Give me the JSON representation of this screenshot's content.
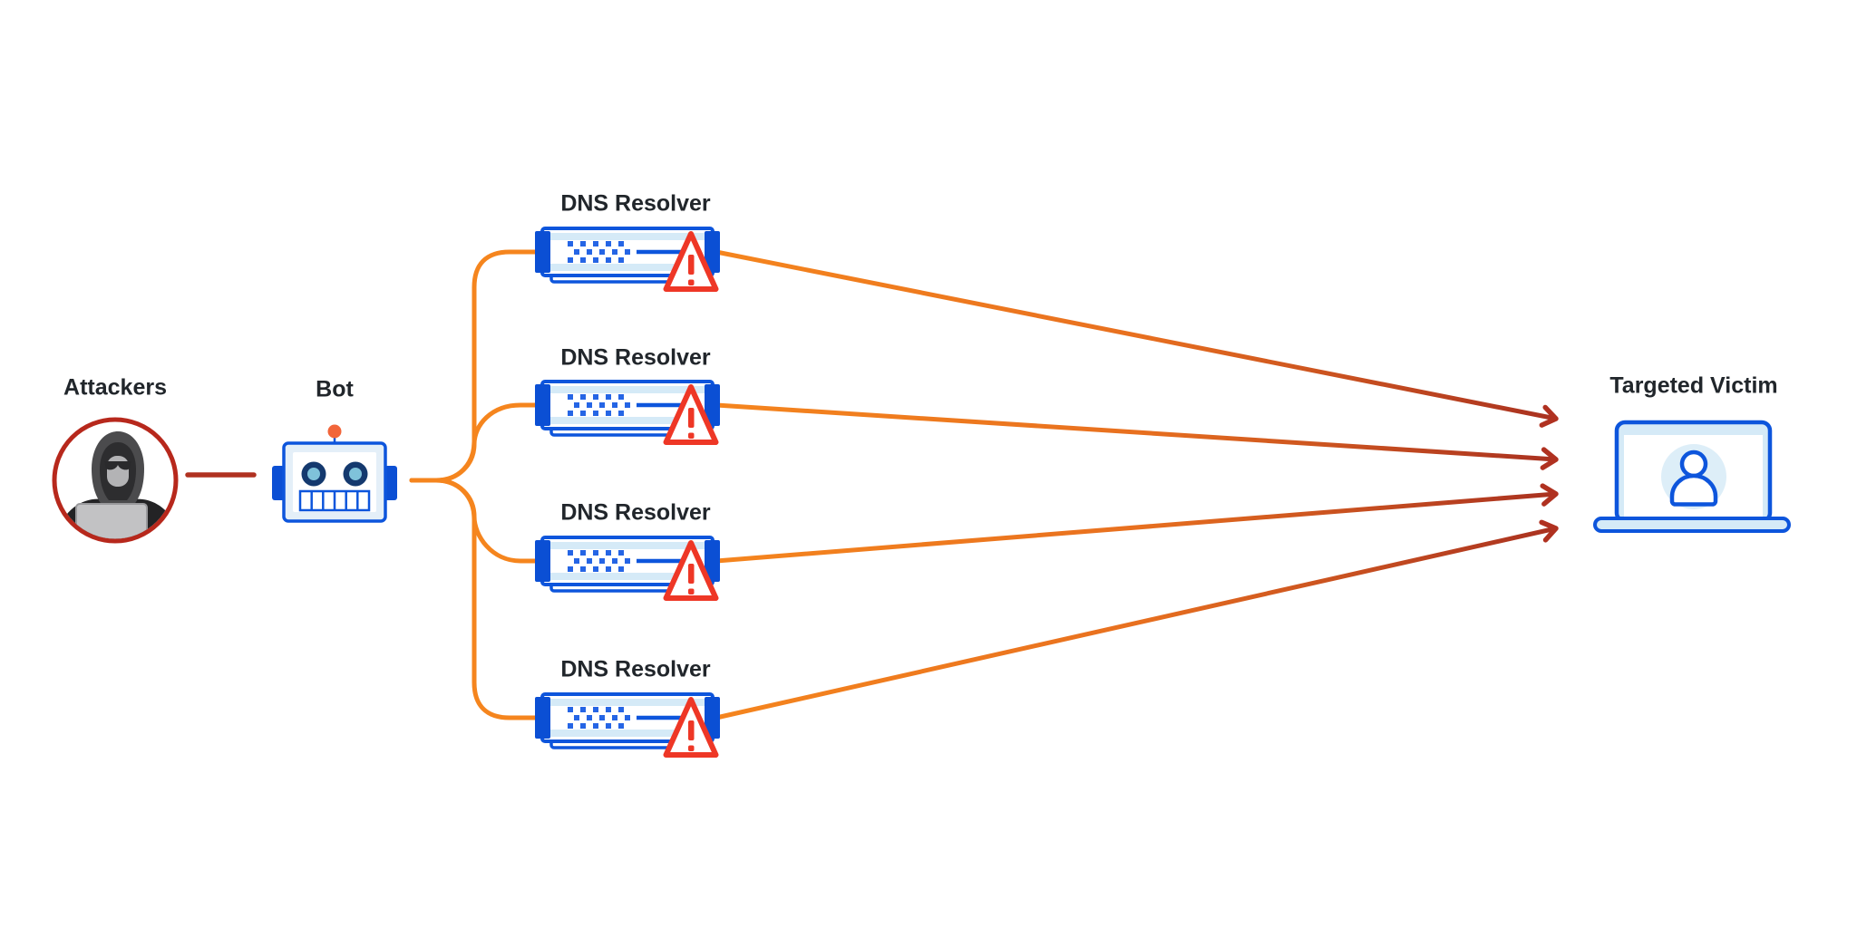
{
  "nodes": {
    "attackers": {
      "label": "Attackers",
      "icon": "hooded-hacker-icon"
    },
    "bot": {
      "label": "Bot",
      "icon": "robot-icon"
    },
    "resolvers": [
      {
        "label": "DNS Resolver",
        "icon": "server-icon",
        "badge": "warning-triangle-icon"
      },
      {
        "label": "DNS Resolver",
        "icon": "server-icon",
        "badge": "warning-triangle-icon"
      },
      {
        "label": "DNS Resolver",
        "icon": "server-icon",
        "badge": "warning-triangle-icon"
      },
      {
        "label": "DNS Resolver",
        "icon": "server-icon",
        "badge": "warning-triangle-icon"
      }
    ],
    "victim": {
      "label": "Targeted Victim",
      "icon": "laptop-user-icon"
    }
  },
  "edges": [
    {
      "from": "attackers",
      "to": "bot",
      "style": "line",
      "color": "dark-red"
    },
    {
      "from": "bot",
      "to": "resolver-1",
      "style": "curve",
      "color": "orange"
    },
    {
      "from": "bot",
      "to": "resolver-2",
      "style": "curve",
      "color": "orange"
    },
    {
      "from": "bot",
      "to": "resolver-3",
      "style": "curve",
      "color": "orange"
    },
    {
      "from": "bot",
      "to": "resolver-4",
      "style": "curve",
      "color": "orange"
    },
    {
      "from": "resolver-1",
      "to": "victim",
      "style": "arrow",
      "color": "orange-to-dark-red"
    },
    {
      "from": "resolver-2",
      "to": "victim",
      "style": "arrow",
      "color": "orange-to-dark-red"
    },
    {
      "from": "resolver-3",
      "to": "victim",
      "style": "arrow",
      "color": "orange-to-dark-red"
    },
    {
      "from": "resolver-4",
      "to": "victim",
      "style": "arrow",
      "color": "orange-to-dark-red"
    }
  ],
  "colors": {
    "orange": "#f5851e",
    "dark-red": "#b03120",
    "ring-red": "#b7281c",
    "blue": "#0d55dc",
    "blue-fill": "#0b4fd4",
    "dot-blue": "#2565e5",
    "pale-blue": "#d5eaf7",
    "pale-blue-2": "#e4eff8",
    "person-bg": "#ddeef8",
    "alert-red": "#ee3726",
    "antenna-orange": "#f2653a",
    "text": "#21262b"
  }
}
